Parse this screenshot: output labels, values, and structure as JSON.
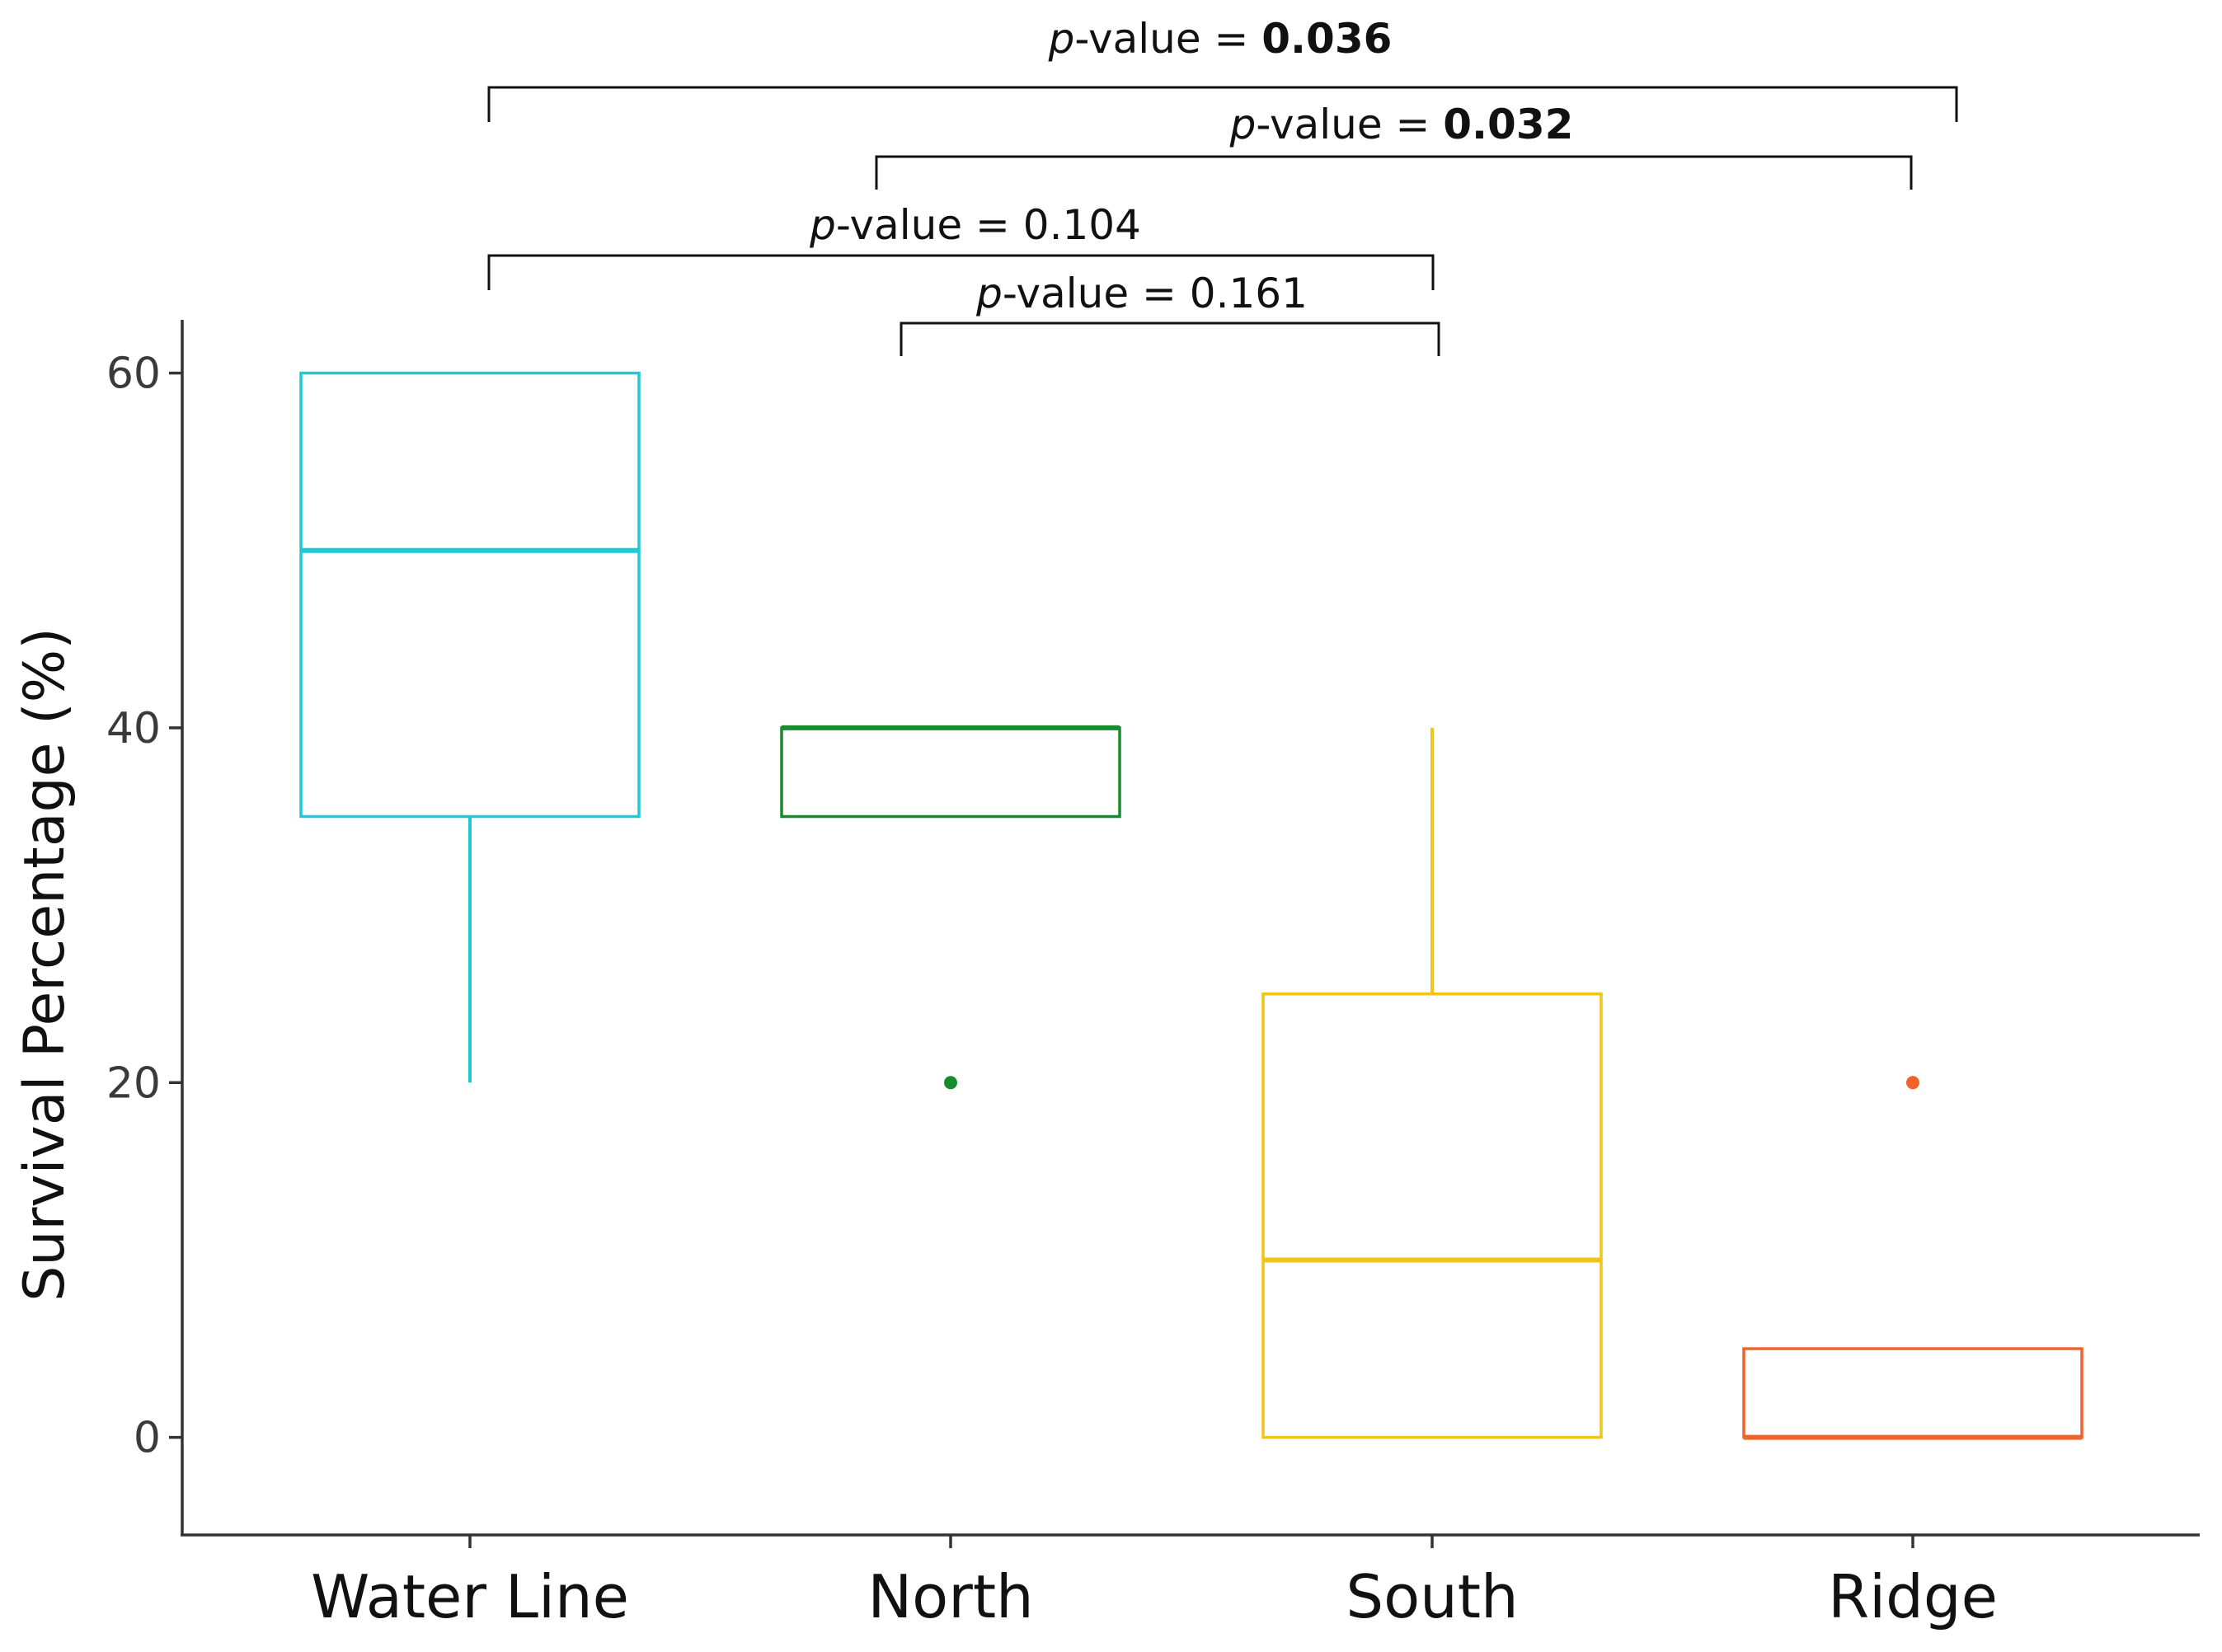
{
  "chart_data": {
    "type": "box",
    "xlabel": "",
    "ylabel": "Survival Percentage (%)",
    "ylim": [
      -5.5,
      63
    ],
    "yticks": [
      0,
      20,
      40,
      60
    ],
    "categories": [
      "Water Line",
      "North",
      "South",
      "Ridge"
    ],
    "colors": {
      "Water Line": "#1fc9d6",
      "North": "#1a8a2e",
      "South": "#f2c41a",
      "Ridge": "#f2632c"
    },
    "boxes": [
      {
        "category": "Water Line",
        "q1": 35,
        "median": 50,
        "q3": 60,
        "whisker_low": 20,
        "whisker_high": 60,
        "outliers": []
      },
      {
        "category": "North",
        "q1": 35,
        "median": 40,
        "q3": 40,
        "whisker_low": 35,
        "whisker_high": 40,
        "outliers": [
          20
        ]
      },
      {
        "category": "South",
        "q1": 0,
        "median": 10,
        "q3": 25,
        "whisker_low": 0,
        "whisker_high": 40,
        "outliers": []
      },
      {
        "category": "Ridge",
        "q1": 0,
        "median": 0,
        "q3": 5,
        "whisker_low": 0,
        "whisker_high": 5,
        "outliers": [
          20
        ]
      }
    ],
    "comparisons": [
      {
        "groups": [
          "Water Line",
          "Ridge"
        ],
        "prefix": "p",
        "label": "-value = ",
        "value": "0.036",
        "bold": true
      },
      {
        "groups": [
          "North",
          "Ridge"
        ],
        "prefix": "p",
        "label": "-value =  ",
        "value": "0.032",
        "bold": true
      },
      {
        "groups": [
          "Water Line",
          "South"
        ],
        "prefix": "p",
        "label": "-value = ",
        "value": "0.104",
        "bold": false
      },
      {
        "groups": [
          "North",
          "South"
        ],
        "prefix": "p",
        "label": "-value = ",
        "value": "0.161",
        "bold": false
      }
    ]
  }
}
